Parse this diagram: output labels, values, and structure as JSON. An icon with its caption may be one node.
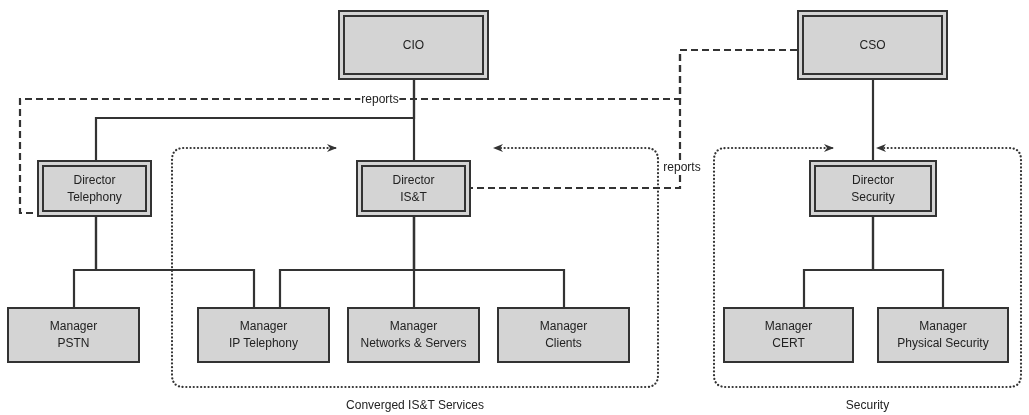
{
  "diagram": {
    "nodes": [
      {
        "text": [
          "CIO"
        ]
      },
      {
        "text": [
          "CSO"
        ]
      },
      {
        "text": [
          "Converged IS&T Services"
        ]
      },
      {
        "text": [
          "Director",
          "Telephony"
        ]
      },
      {
        "text": [
          "Director",
          "IS&T"
        ],
        "in": 2
      },
      {
        "text": [
          "Security"
        ]
      },
      {
        "text": [
          "Director",
          "Security"
        ],
        "in": 5
      },
      {
        "text": [
          "Manager",
          "PSTN"
        ]
      },
      {
        "text": [
          "Manager",
          "IP Telephony"
        ],
        "in": 2
      },
      {
        "text": [
          "Manager",
          "Networks & Servers"
        ],
        "in": 2
      },
      {
        "text": [
          "Manager",
          "Clients"
        ],
        "in": 2
      },
      {
        "text": [
          "Manager",
          "CERT"
        ],
        "in": 5
      },
      {
        "text": [
          "Manager",
          "Physical Security"
        ],
        "in": 5
      }
    ],
    "edges": [
      {
        "from": 0,
        "to": 3,
        "arrow": "none"
      },
      {
        "from": 0,
        "to": 4,
        "arrow": "none"
      },
      {
        "from": 1,
        "to": 6,
        "arrow": "none"
      },
      {
        "from": 3,
        "to": 7,
        "arrow": "none"
      },
      {
        "from": 3,
        "to": 8,
        "arrow": "none"
      },
      {
        "from": 4,
        "to": 8,
        "arrow": "none"
      },
      {
        "from": 4,
        "to": 9,
        "arrow": "none"
      },
      {
        "from": 4,
        "to": 10,
        "arrow": "none"
      },
      {
        "from": 6,
        "to": 11,
        "arrow": "none"
      },
      {
        "from": 6,
        "to": 12,
        "arrow": "none"
      },
      {
        "from": 1,
        "to": 4,
        "arrow": "none",
        "style": "dashed",
        "label": "reports"
      },
      {
        "from": 1,
        "to": 3,
        "arrow": "none",
        "style": "dashed",
        "label": "reports"
      }
    ]
  }
}
